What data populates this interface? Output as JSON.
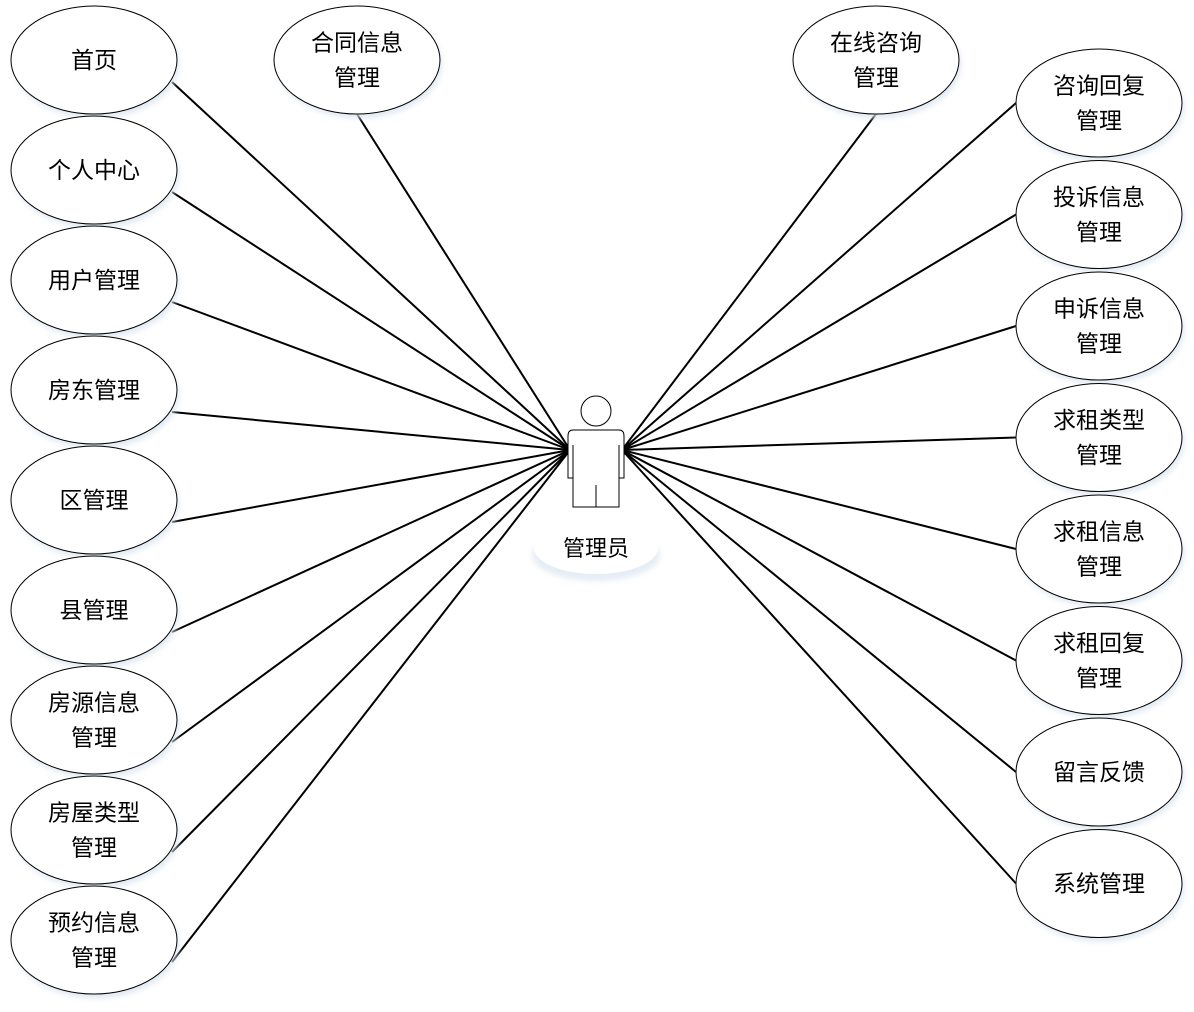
{
  "actor": {
    "label": "管理员"
  },
  "left_use_cases": [
    {
      "lines": [
        "首页"
      ]
    },
    {
      "lines": [
        "个人中心"
      ]
    },
    {
      "lines": [
        "用户管理"
      ]
    },
    {
      "lines": [
        "房东管理"
      ]
    },
    {
      "lines": [
        "区管理"
      ]
    },
    {
      "lines": [
        "县管理"
      ]
    },
    {
      "lines": [
        "房源信息",
        "管理"
      ]
    },
    {
      "lines": [
        "房屋类型",
        "管理"
      ]
    },
    {
      "lines": [
        "预约信息",
        "管理"
      ]
    }
  ],
  "top_use_cases": [
    {
      "lines": [
        "合同信息",
        "管理"
      ]
    },
    {
      "lines": [
        "在线咨询",
        "管理"
      ]
    }
  ],
  "right_use_cases": [
    {
      "lines": [
        "咨询回复",
        "管理"
      ]
    },
    {
      "lines": [
        "投诉信息",
        "管理"
      ]
    },
    {
      "lines": [
        "申诉信息",
        "管理"
      ]
    },
    {
      "lines": [
        "求租类型",
        "管理"
      ]
    },
    {
      "lines": [
        "求租信息",
        "管理"
      ]
    },
    {
      "lines": [
        "求租回复",
        "管理"
      ]
    },
    {
      "lines": [
        "留言反馈"
      ]
    },
    {
      "lines": [
        "系统管理"
      ]
    }
  ],
  "colors": {
    "stroke": "#000000",
    "glow": "#dbe5f1",
    "label_glow": "#dfe8f3"
  }
}
